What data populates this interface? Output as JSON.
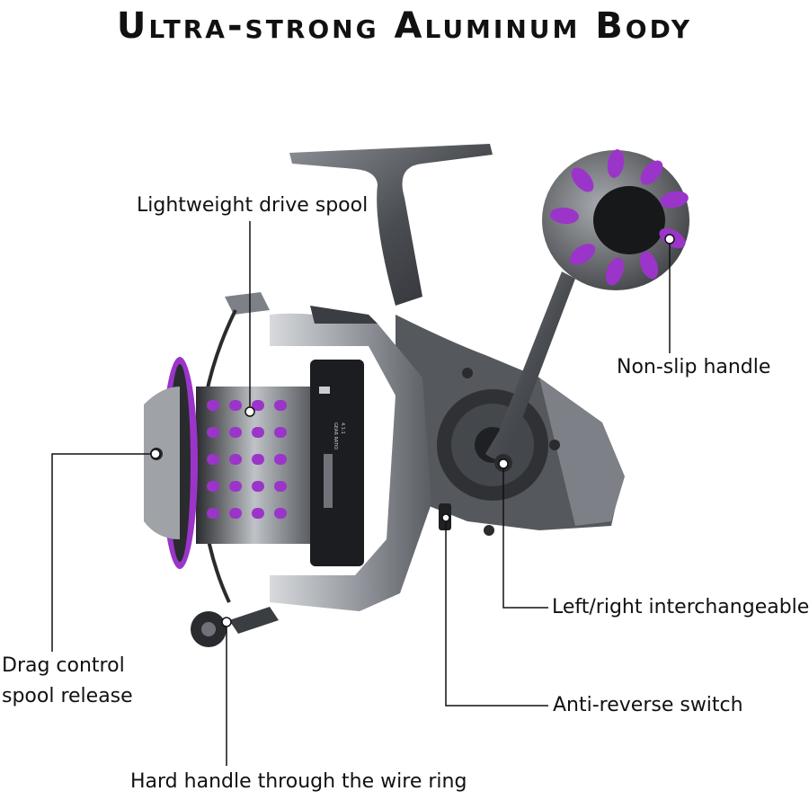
{
  "title": "Ultra-strong Aluminum Body",
  "callouts": {
    "drive_spool": "Lightweight drive spool",
    "non_slip": "Non-slip handle",
    "interchangeable": "Left/right interchangeable",
    "anti_reverse": "Anti-reverse switch",
    "drag_line1": "Drag control",
    "drag_line2": "spool release",
    "hard_handle": "Hard handle through the wire ring"
  },
  "reel_printed_text": {
    "gear_ratio_label": "GEAR RATIO",
    "gear_ratio_value": "4.1:1"
  },
  "colors": {
    "accent": "#9b35c9",
    "metal_dark": "#3a3d42",
    "metal_mid": "#6f7379",
    "metal_light": "#c9ccd0"
  }
}
